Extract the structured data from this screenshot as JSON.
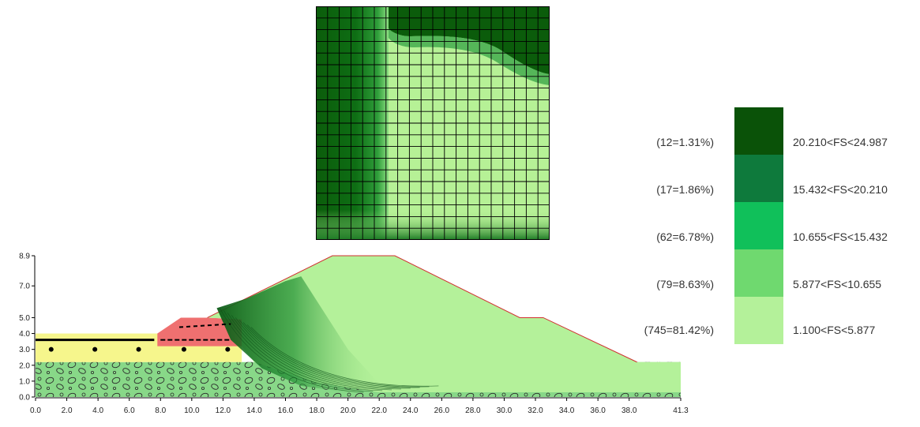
{
  "grid": {
    "colors": {
      "dark": "#0b5c0b",
      "mid": "#2e9e3a",
      "light": "#b6f196",
      "line": "#000000"
    }
  },
  "legend": {
    "entries": [
      {
        "count": "(12=1.31%)",
        "range": "20.210<FS<24.987",
        "color": "#0a5208"
      },
      {
        "count": "(17=1.86%)",
        "range": "15.432<FS<20.210",
        "color": "#0e7a3c"
      },
      {
        "count": "(62=6.78%)",
        "range": "10.655<FS<15.432",
        "color": "#10c05a"
      },
      {
        "count": "(79=8.63%)",
        "range": "5.877<FS<10.655",
        "color": "#6fd96f"
      },
      {
        "count": "(745=81.42%)",
        "range": "1.100<FS<5.877",
        "color": "#b4f19a"
      }
    ]
  },
  "section": {
    "x_ticks": [
      "0.0",
      "2.0",
      "4.0",
      "6.0",
      "8.0",
      "10.0",
      "12.0",
      "14.0",
      "16.0",
      "18.0",
      "20.0",
      "22.0",
      "24.0",
      "26.0",
      "28.0",
      "30.0",
      "32.0",
      "34.0",
      "36.0",
      "38.0",
      "41.3"
    ],
    "y_ticks": [
      "0.0",
      "1.0",
      "2.0",
      "3.0",
      "4.0",
      "5.0",
      "7.0",
      "8.9"
    ],
    "x_range": [
      0,
      41.3
    ],
    "y_range": [
      0,
      8.9
    ],
    "colors": {
      "foundation": "#88d888",
      "yellow_layer": "#f6f68c",
      "red_layer": "#ef7070",
      "embankment": "#b4f19a",
      "failure": "#1a7a2a"
    }
  }
}
